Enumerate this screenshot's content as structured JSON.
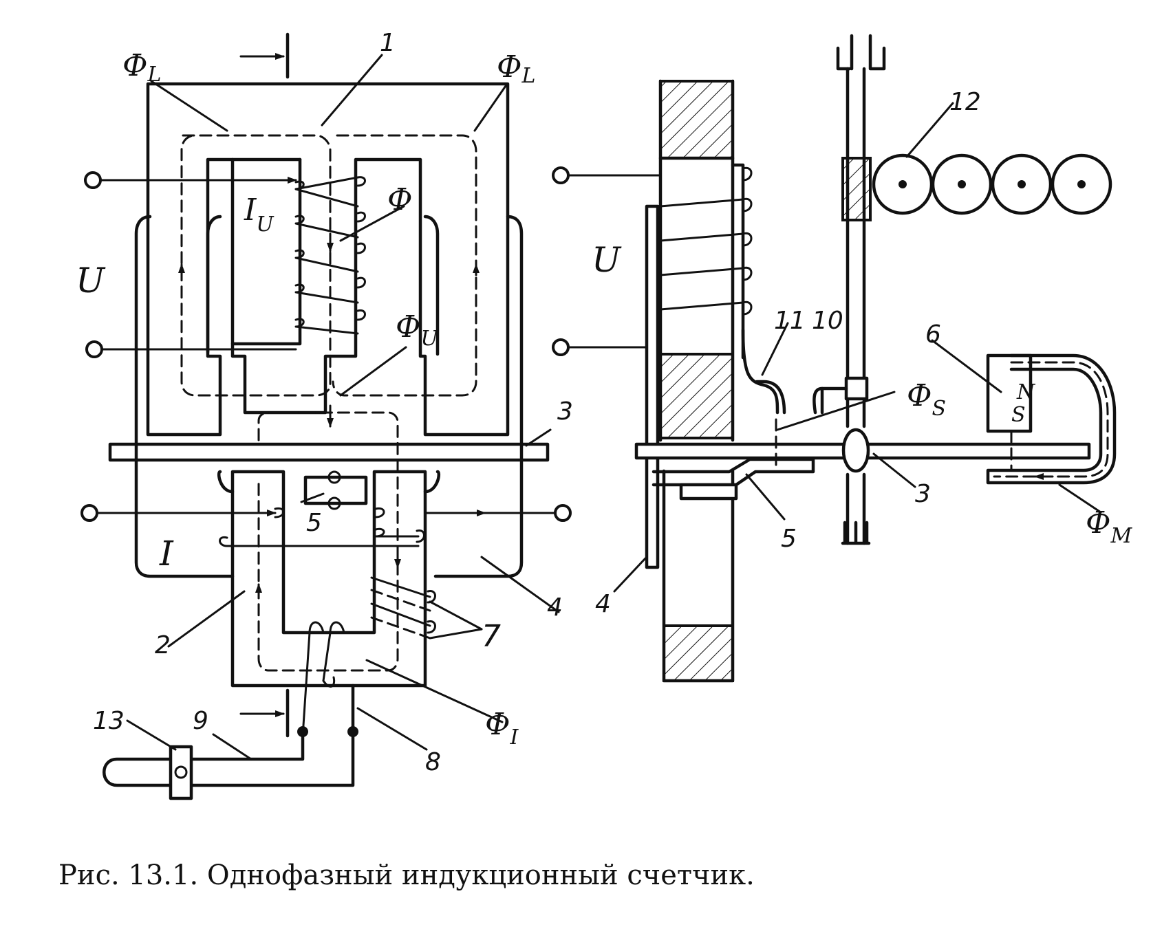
{
  "caption": "Рис. 13.1. Однофазный индукционный счетчик.",
  "labels": {
    "phi_L_left": "Ф",
    "phi_L_left_sub": "L",
    "phi_L_right": "Ф",
    "phi_L_right_sub": "L",
    "phi": "Ф",
    "phi_U": "Ф",
    "phi_U_sub": "U",
    "phi_I": "Ф",
    "phi_I_sub": "I",
    "phi_S": "Ф",
    "phi_S_sub": "S",
    "phi_M": "Ф",
    "phi_M_sub": "M",
    "I_U": "I",
    "I_U_sub": "U",
    "U_left": "U",
    "U_right": "U",
    "I": "I",
    "N": "N",
    "S": "S"
  },
  "numbers": {
    "n1": "1",
    "n2": "2",
    "n3_left": "3",
    "n3_right": "3",
    "n4_left": "4",
    "n4_right": "4",
    "n5_left": "5",
    "n5_right": "5",
    "n6": "6",
    "n7": "7",
    "n8": "8",
    "n9": "9",
    "n10": "10",
    "n11": "11",
    "n12": "12",
    "n13": "13"
  }
}
